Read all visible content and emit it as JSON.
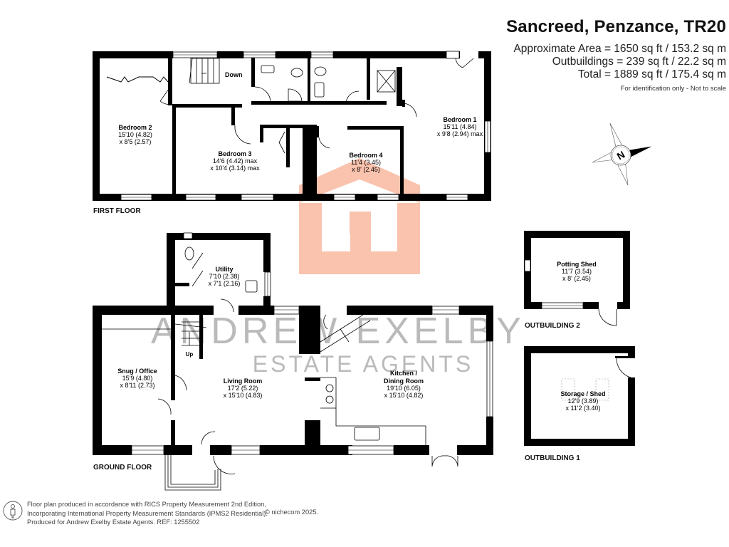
{
  "header": {
    "title": "Sancreed, Penzance, TR20",
    "approximate_area": "Approximate Area = 1650 sq ft / 153.2 sq m",
    "outbuildings_area": "Outbuildings = 239 sq ft / 22.2 sq m",
    "total_area": "Total = 1889 sq ft / 175.4 sq m",
    "disclaimer": "For identification only - Not to scale"
  },
  "compass": {
    "icon": "compass-north-icon",
    "label": "N"
  },
  "watermark": {
    "brand_line1": "ANDREW EXELBY",
    "brand_line2": "ESTATE AGENTS",
    "logo_color": "#f9b9a0",
    "text_color": "#a9a9a9"
  },
  "first_floor": {
    "label": "FIRST FLOOR",
    "stairs_label": "Down",
    "rooms": [
      {
        "name": "Bedroom 2",
        "dim1": "15'10 (4.82)",
        "dim2": "x 8'5 (2.57)"
      },
      {
        "name": "Bedroom 3",
        "dim1": "14'6 (4.42) max",
        "dim2": "x 10'4 (3.14) max"
      },
      {
        "name": "Bedroom 4",
        "dim1": "11'4 (3.45)",
        "dim2": "x 8' (2.45)"
      },
      {
        "name": "Bedroom 1",
        "dim1": "15'11 (4.84)",
        "dim2": "x 9'8 (2.94) max"
      }
    ]
  },
  "ground_floor": {
    "label": "GROUND FLOOR",
    "stairs_label": "Up",
    "rooms": [
      {
        "name": "Utility",
        "dim1": "7'10 (2.38)",
        "dim2": "x 7'1 (2.16)"
      },
      {
        "name": "Snug / Office",
        "dim1": "15'9 (4.80)",
        "dim2": "x 8'11 (2.73)"
      },
      {
        "name": "Living Room",
        "dim1": "17'2 (5.22)",
        "dim2": "x 15'10 (4.83)"
      },
      {
        "name": "Kitchen /",
        "name2": "Dining Room",
        "dim1": "19'10 (6.05)",
        "dim2": "x 15'10 (4.82)"
      }
    ]
  },
  "outbuilding_2": {
    "label": "OUTBUILDING 2",
    "room": {
      "name": "Potting Shed",
      "dim1": "11'7 (3.54)",
      "dim2": "x 8' (2.45)"
    }
  },
  "outbuilding_1": {
    "label": "OUTBUILDING 1",
    "room": {
      "name": "Storage / Shed",
      "dim1": "12'9 (3.89)",
      "dim2": "x 11'2 (3.40)"
    }
  },
  "footer": {
    "line1": "Floor plan produced in accordance with RICS Property Measurement 2nd Edition,",
    "line2": "Incorporating International Property Measurement Standards (IPMS2 Residential).",
    "line3": "Produced for Andrew Exelby Estate Agents.   REF:  1255502",
    "copyright": "© nichecom 2025."
  }
}
